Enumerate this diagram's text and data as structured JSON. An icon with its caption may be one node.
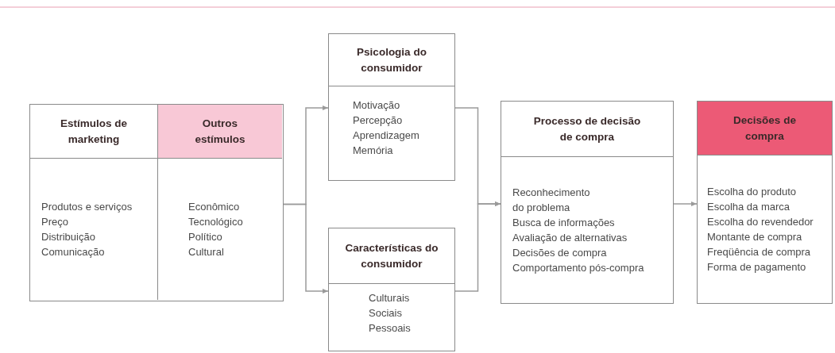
{
  "diagram": {
    "nodes": [
      {
        "text": [],
        "shape": "box"
      },
      {
        "text": [
          "Estímulos de marketing",
          "Produtos e serviços",
          "Preço",
          "Distribuição",
          "Comunicação"
        ],
        "in": 0
      },
      {
        "text": [
          "Outros estímulos",
          "Econômico",
          "Tecnológico",
          "Político",
          "Cultural"
        ],
        "in": 0
      },
      {
        "text": [
          "Psicologia do consumidor",
          "Motivação",
          "Percepção",
          "Aprendizagem",
          "Memória"
        ]
      },
      {
        "text": [
          "Características do consumidor",
          "Culturais",
          "Sociais",
          "Pessoais"
        ]
      },
      {
        "text": [
          "Processo de decisão de compra",
          "Reconhecimento do problema",
          "Busca de informações",
          "Avaliação de alternativas",
          "Decisões de compra",
          "Comportamento pós-compra"
        ]
      },
      {
        "text": [
          "Decisões de compra",
          "Escolha do produto",
          "Escolha da marca",
          "Escolha do revendedor",
          "Montante de compra",
          "Freqüência de compra",
          "Forma de pagamento"
        ]
      }
    ],
    "edges": [
      {
        "from": 0,
        "to": 3,
        "arrow": "to"
      },
      {
        "from": 0,
        "to": 4,
        "arrow": "to"
      },
      {
        "from": 3,
        "to": 5,
        "arrow": "to"
      },
      {
        "from": 4,
        "to": 5,
        "arrow": "to"
      },
      {
        "from": 5,
        "to": 6,
        "arrow": "to"
      }
    ]
  }
}
